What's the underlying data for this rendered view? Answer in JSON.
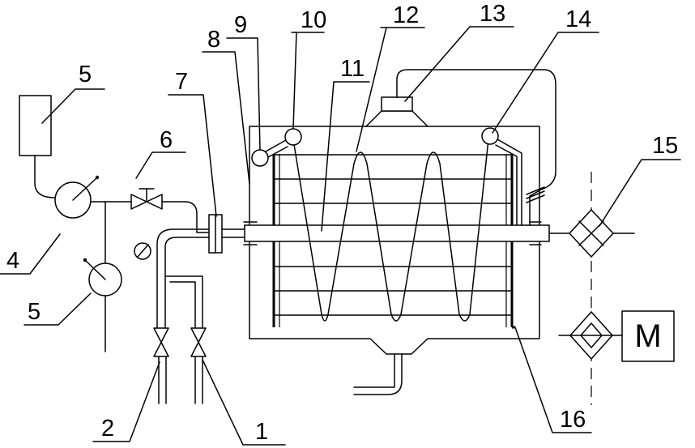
{
  "labels": {
    "l1": "1",
    "l2": "2",
    "l4": "4",
    "l5a": "5",
    "l5b": "5",
    "l6": "6",
    "l7": "7",
    "l8": "8",
    "l9": "9",
    "l10": "10",
    "l11": "11",
    "l12": "12",
    "l13": "13",
    "l14": "14",
    "l15": "15",
    "l16": "16"
  },
  "motor": {
    "letter": "M"
  }
}
